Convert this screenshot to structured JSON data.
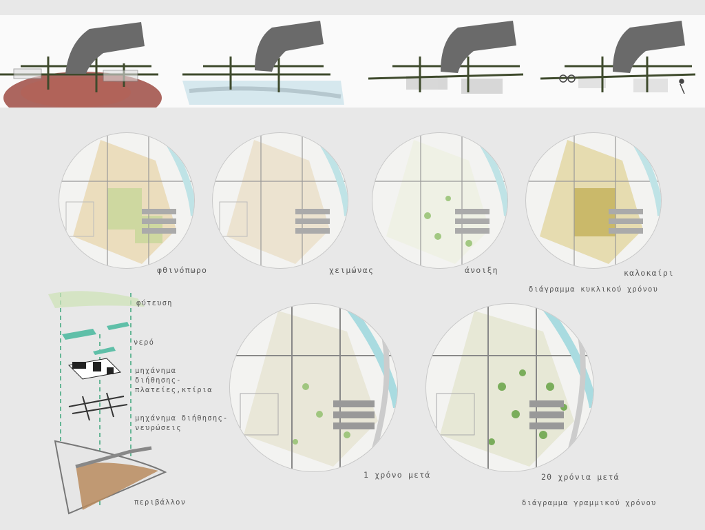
{
  "seasons": [
    {
      "label": "φθινόπωρο"
    },
    {
      "label": "χειμώνας"
    },
    {
      "label": "άνοιξη"
    },
    {
      "label": "καλοκαίρι"
    }
  ],
  "cyclic_caption": "διάγραμμα κυκλικού χρόνου",
  "linear": [
    {
      "label": "1 χρόνο μετά"
    },
    {
      "label": "20 χρόνια μετά"
    }
  ],
  "linear_caption": "διάγραμμα γραμμικού χρόνου",
  "layers": {
    "vegetation": "φύτευση",
    "water": "νερό",
    "machine_squares_1": "μηχάνημα",
    "machine_squares_2": "διήθησης-",
    "machine_squares_3": "πλατείες,κτίρια",
    "machine_veins_1": "μηχάνημα διήθησης-",
    "machine_veins_2": "νευρώσεις",
    "environment": "περιβάλλον"
  },
  "colors": {
    "background": "#e8e8e8",
    "grid_lines": "#4a5a36",
    "water": "#a9dbe0",
    "vegetation": "#9cc46a",
    "soil": "#b98b5e",
    "dashed_axis": "#3aa57a"
  },
  "panels": [
    {
      "name": "hand-on-red-hill"
    },
    {
      "name": "hand-on-water-surface"
    },
    {
      "name": "hand-on-grey-planes"
    },
    {
      "name": "hand-with-people"
    }
  ]
}
